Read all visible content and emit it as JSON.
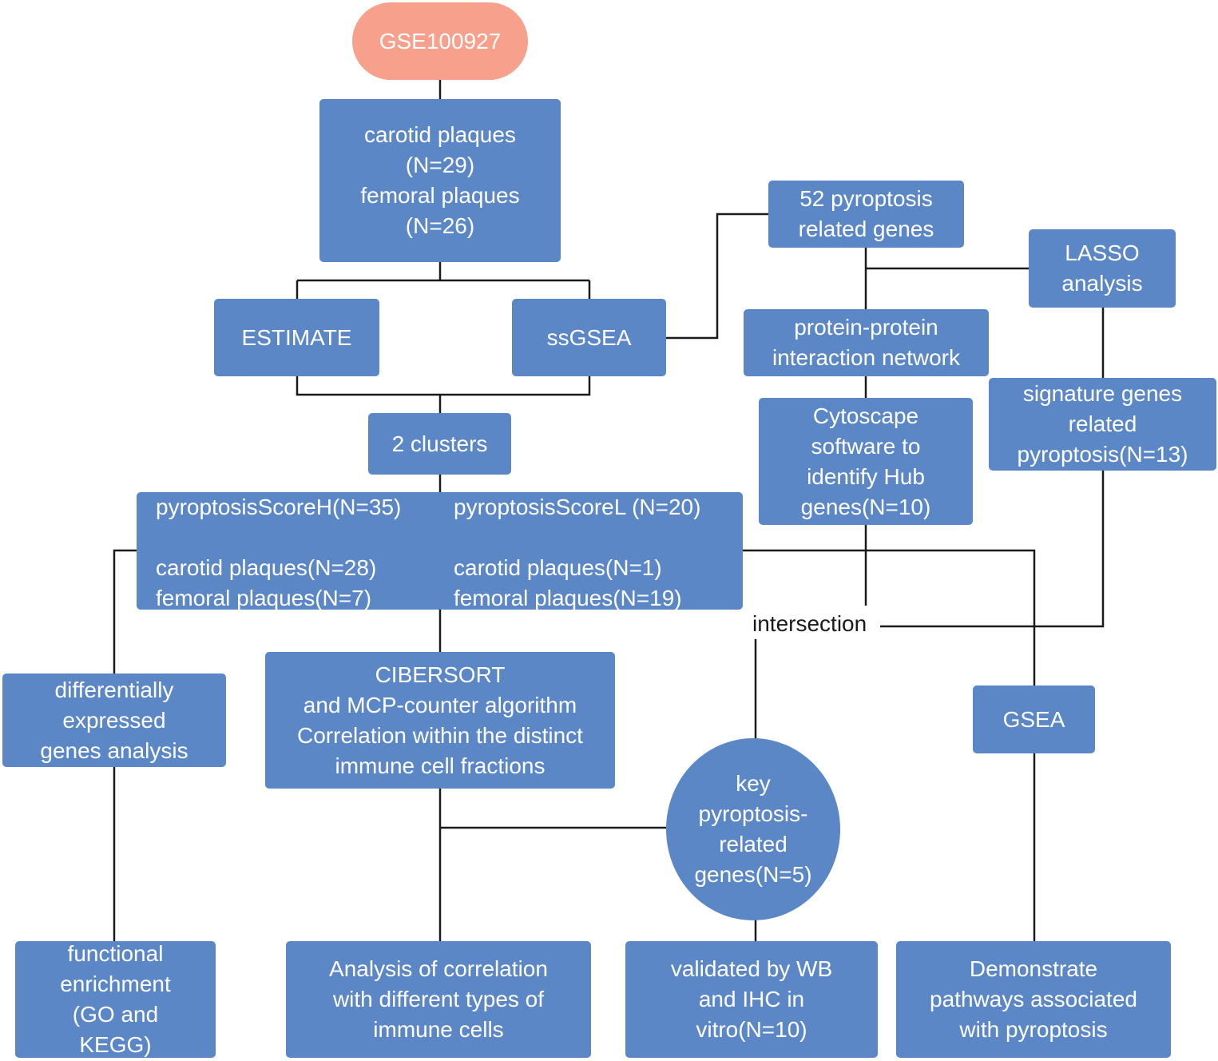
{
  "nodes": {
    "start": "GSE100927",
    "samples": "carotid plaques\n(N=29)\nfemoral plaques\n(N=26)",
    "estimate": "ESTIMATE",
    "ssgsea": "ssGSEA",
    "clusters": "2 clusters",
    "pyro_genes": "52 pyroptosis\nrelated genes",
    "lasso": "LASSO\nanalysis",
    "ppi": "protein-protein\ninteraction network",
    "cytoscape": "Cytoscape\nsoftware to\nidentify Hub\ngenes(N=10)",
    "signature": "signature genes\nrelated\npyroptosis(N=13)",
    "deg": "differentially\nexpressed\ngenes analysis",
    "cibersort": "CIBERSORT\nand MCP-counter algorithm\nCorrelation within the distinct\nimmune cell fractions",
    "gsea": "GSEA",
    "key_genes": "key\npyroptosis-\nrelated\ngenes(N=5)",
    "functional": "functional\nenrichment\n(GO and\nKEGG)",
    "immune_corr": "Analysis of correlation\nwith  different types of\nimmune cells",
    "validated": "validated by WB\nand IHC in\nvitro(N=10)",
    "pathways": "Demonstrate\npathways associated\nwith pyroptosis"
  },
  "groups": {
    "high": "pyroptosisScoreH(N=35)\n\ncarotid plaques(N=28)\nfemoral plaques(N=7)",
    "low": "pyroptosisScoreL (N=20)\n\ncarotid plaques(N=1)\nfemoral plaques(N=19)"
  },
  "labels": {
    "intersection": "intersection"
  },
  "colors": {
    "box": "#5b87c7",
    "start": "#f7a08c",
    "line": "#1a1a1a"
  }
}
